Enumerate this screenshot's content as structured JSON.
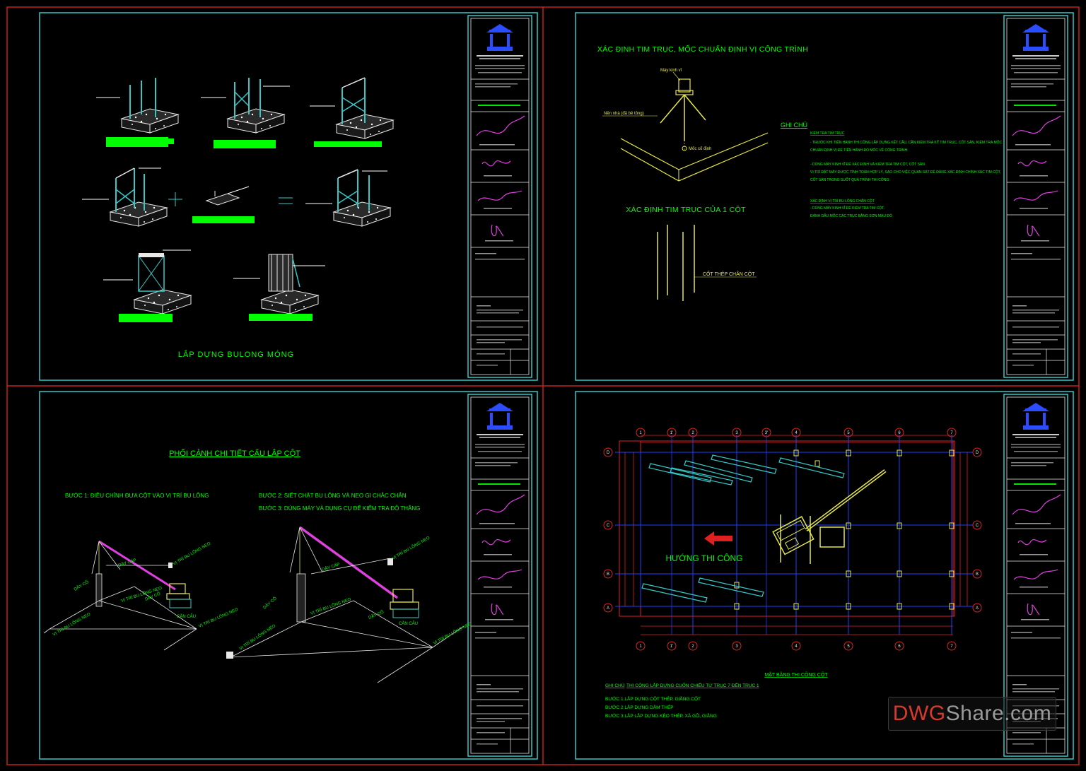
{
  "sheet1": {
    "title": "LẮP DỰNG BULONG MÓNG"
  },
  "sheet2": {
    "title": "XÁC ĐỊNH TIM TRỤC, MỐC CHUẨN ĐỊNH VỊ CÔNG TRÌNH",
    "instrument_label": "Máy kinh vĩ",
    "floor_label": "Nền nhà (đã bê tông)",
    "mark_label": "Mốc cố định",
    "note_heading": "GHI CHÚ",
    "note_sub1": "KIỂM TRA TIM TRỤC",
    "note_lines1": [
      "- TRƯỚC KHI TIẾN HÀNH THI CÔNG LẮP DỰNG KẾT CẤU, CẦN KIỂM TRA KỸ TIM TRỤC, CỐT SÀN, KIỂM TRA MỐC",
      "CHUẨN ĐỊNH VỊ ĐỂ TIẾN HÀNH ĐỔ MỐC VỀ CÔNG TRÌNH.",
      "- DÙNG MÁY KINH VĨ ĐỂ XÁC ĐỊNH VÀ KIỂM TRA TIM CỘT, CỐT SÀN.",
      "VỊ TRÍ ĐẶT MÁY ĐƯỢC TÍNH TOÁN HỢP LÝ, SAO CHO VIỆC QUAN SÁT ĐỂ ĐẢNG XÁC ĐỊNH CHÍNH XÁC TIM CỘT,",
      "CỐT SÀN TRONG SUỐT QUÁ TRÌNH THI CÔNG."
    ],
    "note_sub2": "XÁC ĐỊNH VỊ TRÍ BU LÔNG CHÂN CỘT",
    "note_lines2": [
      "- DÙNG MÁY KINH VĨ ĐỂ KIỂM TRA TIM CỘT.",
      "ĐÁNH DẤU MỐC CÁC TRỤC BẰNG SƠN MÀU ĐỎ"
    ],
    "column_axis_title": "XÁC ĐỊNH TIM TRỤC CỦA 1 CỘT",
    "rebar_label": "CỐT THÉP CHÂN CỘT"
  },
  "sheet3": {
    "title": "PHỐI CẢNH CHI TIẾT CẨU LẮP CỘT",
    "step1": "BƯỚC 1: ĐIỀU CHỈNH ĐƯA CỘT VÀO VỊ TRÍ BU LÔNG",
    "step2": "BƯỚC 2: SIẾT CHẶT BU LÔNG VÀ NEO GI CHẮC CHẮN",
    "step3": "BƯỚC 3: DÙNG MÁY VÀ DỤNG CỤ ĐỂ KIỂM TRA ĐỘ THẲNG",
    "lbl_cable": "DÂY CÁP",
    "lbl_anchor": "VỊ TRÍ BU LÔNG NEO",
    "lbl_prop": "DÂY CỐ",
    "lbl_crane": "CẦN CẨU"
  },
  "sheet4": {
    "direction": "HƯỚNG THI CÔNG",
    "plan_title": "MẶT BẰNG THI CÔNG CỘT",
    "note_heading": "GHI CHÚ",
    "note_main": "THI CÔNG LẮP DỰNG CUỐN CHIẾU TỪ TRỤC 7 ĐẾN TRỤC 1",
    "steps": [
      "BƯỚC 1 LẮP DỰNG CỘT THÉP, GIẰNG CỘT",
      "BƯỚC 2 LẮP DỰNG DẦM THÉP",
      "BƯỚC 3 LẮP LẮP DỰNG KÈO THÉP, XÀ GỒ, GIẰNG"
    ],
    "grid_x_labels": [
      "1",
      "1'",
      "2",
      "3",
      "3'",
      "4",
      "5",
      "6",
      "7"
    ],
    "grid_y_labels": [
      "D",
      "C",
      "B",
      "A"
    ]
  },
  "watermark": {
    "part1": "DWG",
    "part2": "Share.com"
  },
  "colors": {
    "frame_red": "#c81e1e",
    "frame_cyan": "#36c8c8",
    "cad_green": "#00ff00",
    "cad_yellow": "#e6e64a",
    "cad_magenta": "#e040e0",
    "cad_blue": "#1f3fff",
    "cad_red_grid": "#e02020",
    "cad_white": "#e8e8e8"
  }
}
